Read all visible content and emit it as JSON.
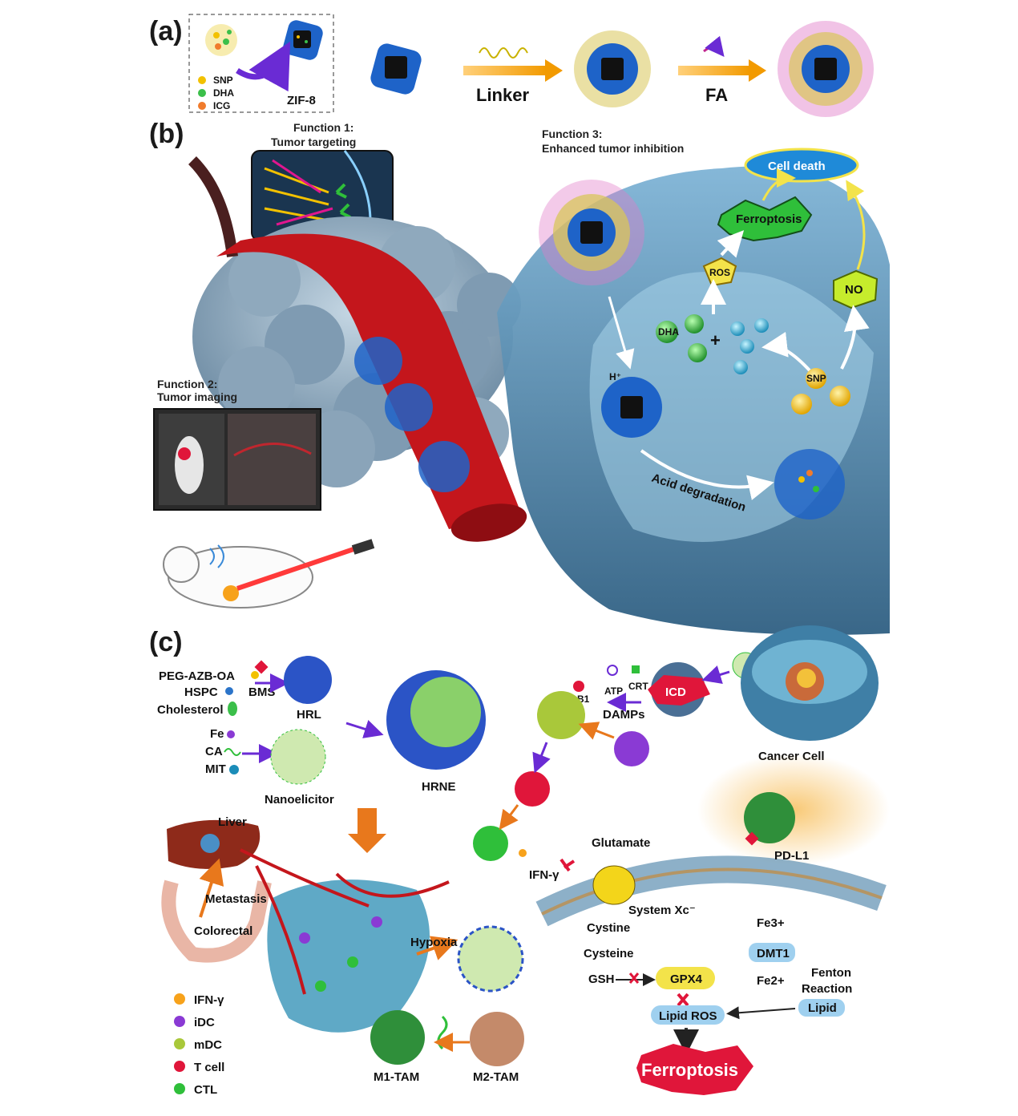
{
  "panels": {
    "a": "(a)",
    "b": "(b)",
    "c": "(c)"
  },
  "panel_a": {
    "legend": [
      "SNP",
      "DHA",
      "ICG"
    ],
    "zif": "ZIF-8",
    "linker": "Linker",
    "fa": "FA"
  },
  "panel_b": {
    "function1_title": "Function 1:",
    "function1_sub": "Tumor targeting",
    "function2_title": "Function 2:",
    "function2_sub": "Tumor imaging",
    "function3_title": "Function 3:",
    "function3_sub": "Enhanced tumor inhibition",
    "cell_death": "Cell death",
    "ferroptosis": "Ferroptosis",
    "ros": "ROS",
    "no": "NO",
    "dha": "DHA",
    "snp": "SNP",
    "plus": "+",
    "acid": "Acid degradation",
    "proton": "H⁺"
  },
  "panel_c": {
    "peg": "PEG-AZB-OA",
    "hspc": "HSPC",
    "chol": "Cholesterol",
    "bms": "BMS",
    "hrl": "HRL",
    "fe": "Fe",
    "ca": "CA",
    "mit": "MIT",
    "nano": "Nanoelicitor",
    "hrne": "HRNE",
    "hmgb1": "HMGB1",
    "atp": "ATP",
    "crt": "CRT",
    "icd": "ICD",
    "damps": "DAMPs",
    "cancer_cell": "Cancer Cell",
    "liver": "Liver",
    "metastasis": "Metastasis",
    "colorectal": "Colorectal",
    "glutamate": "Glutamate",
    "pdl1": "PD-L1",
    "ifn": "IFN-γ",
    "system": "System Xc⁻",
    "cystine": "Cystine",
    "cysteine": "Cysteine",
    "gsh": "GSH",
    "gpx4": "GPX4",
    "lipid_ros": "Lipid ROS",
    "fe3": "Fe3+",
    "dmt1": "DMT1",
    "fe2": "Fe2+",
    "fenton1": "Fenton",
    "fenton2": "Reaction",
    "lipid": "Lipid",
    "hypoxia": "Hypoxia",
    "ferroptosis": "Ferroptosis",
    "m1": "M1-TAM",
    "m2": "M2-TAM",
    "legend": [
      "IFN-γ",
      "iDC",
      "mDC",
      "T cell",
      "CTL"
    ]
  },
  "colors": {
    "blue_cage": "#1e63c8",
    "vessel": "#c4161c",
    "tumor": "#8fa9bd",
    "cell": "#5d8fb0",
    "ferro_green": "#2fbf3a",
    "ferro_red": "#e0163a",
    "gpx": "#f3e34a",
    "pill": "#9fd0ef"
  }
}
